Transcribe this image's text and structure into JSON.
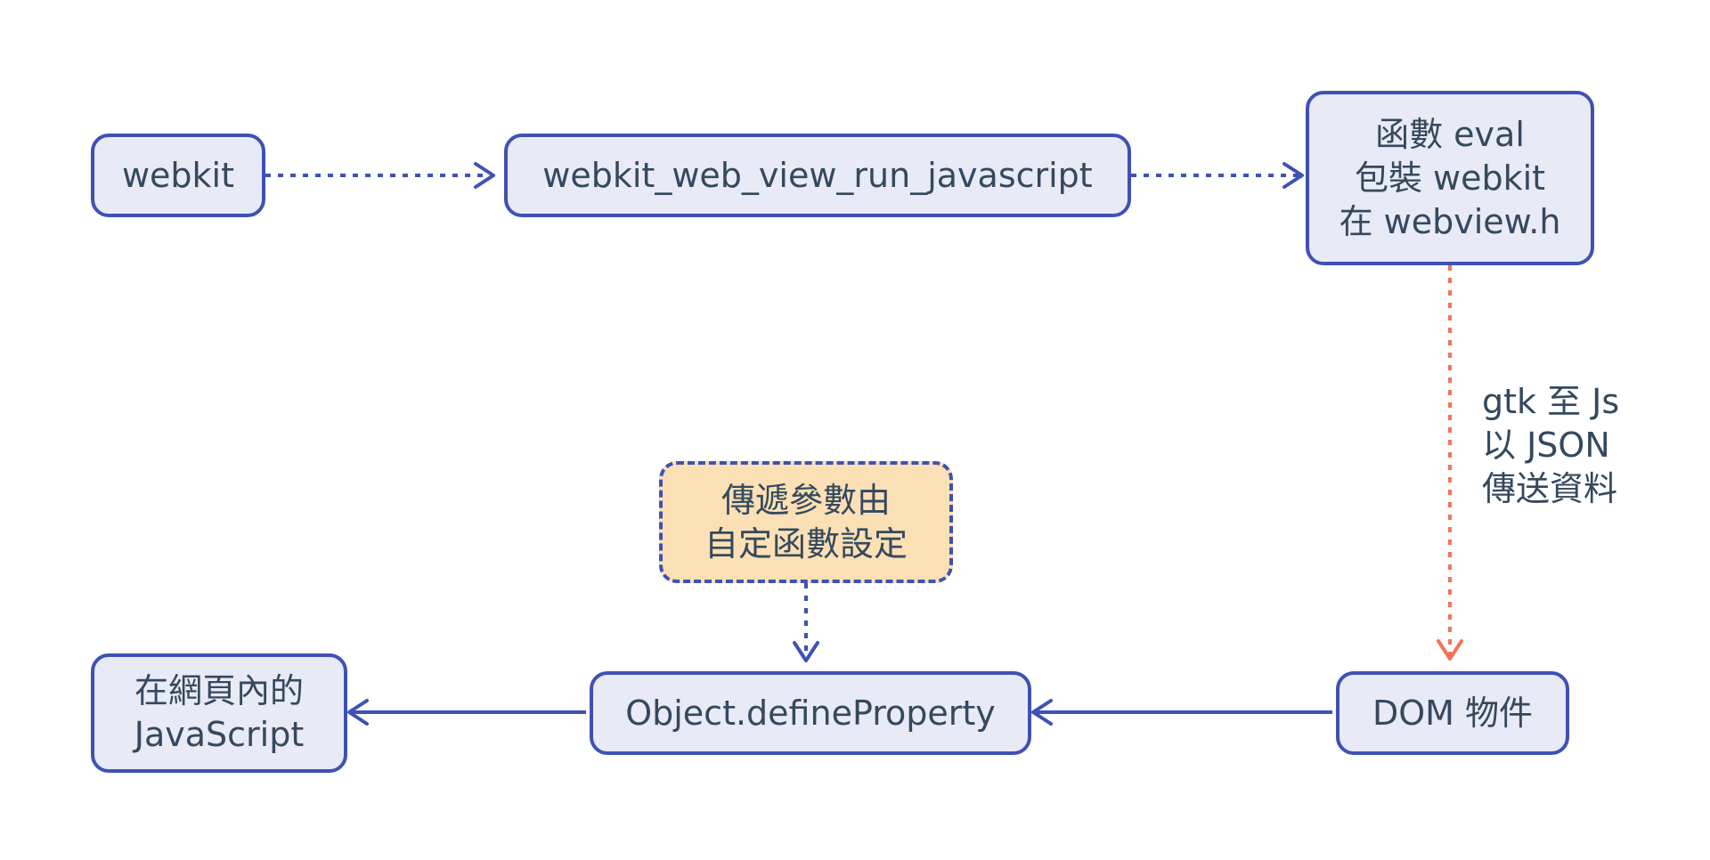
{
  "colors": {
    "node_fill": "#e8eaf6",
    "node_border": "#3f51b5",
    "note_fill": "#fae0b4",
    "text": "#34495e",
    "edge_blue": "#3f51b5",
    "edge_orange": "#f4735a"
  },
  "nodes": {
    "webkit": {
      "label": "webkit"
    },
    "run_js": {
      "label": "webkit_web_view_run_javascript"
    },
    "eval_wrap": {
      "lines": [
        "函數 eval",
        "包裝 webkit",
        "在 webview.h"
      ]
    },
    "dom": {
      "label": "DOM 物件"
    },
    "define_prop": {
      "label": "Object.defineProperty"
    },
    "page_js": {
      "lines": [
        "在網頁內的",
        "JavaScript"
      ]
    },
    "note": {
      "lines": [
        "傳遞參數由",
        "自定函數設定"
      ]
    }
  },
  "edges": {
    "gtk_to_js": {
      "lines": [
        "gtk 至 Js",
        "以 JSON",
        "傳送資料"
      ]
    }
  }
}
